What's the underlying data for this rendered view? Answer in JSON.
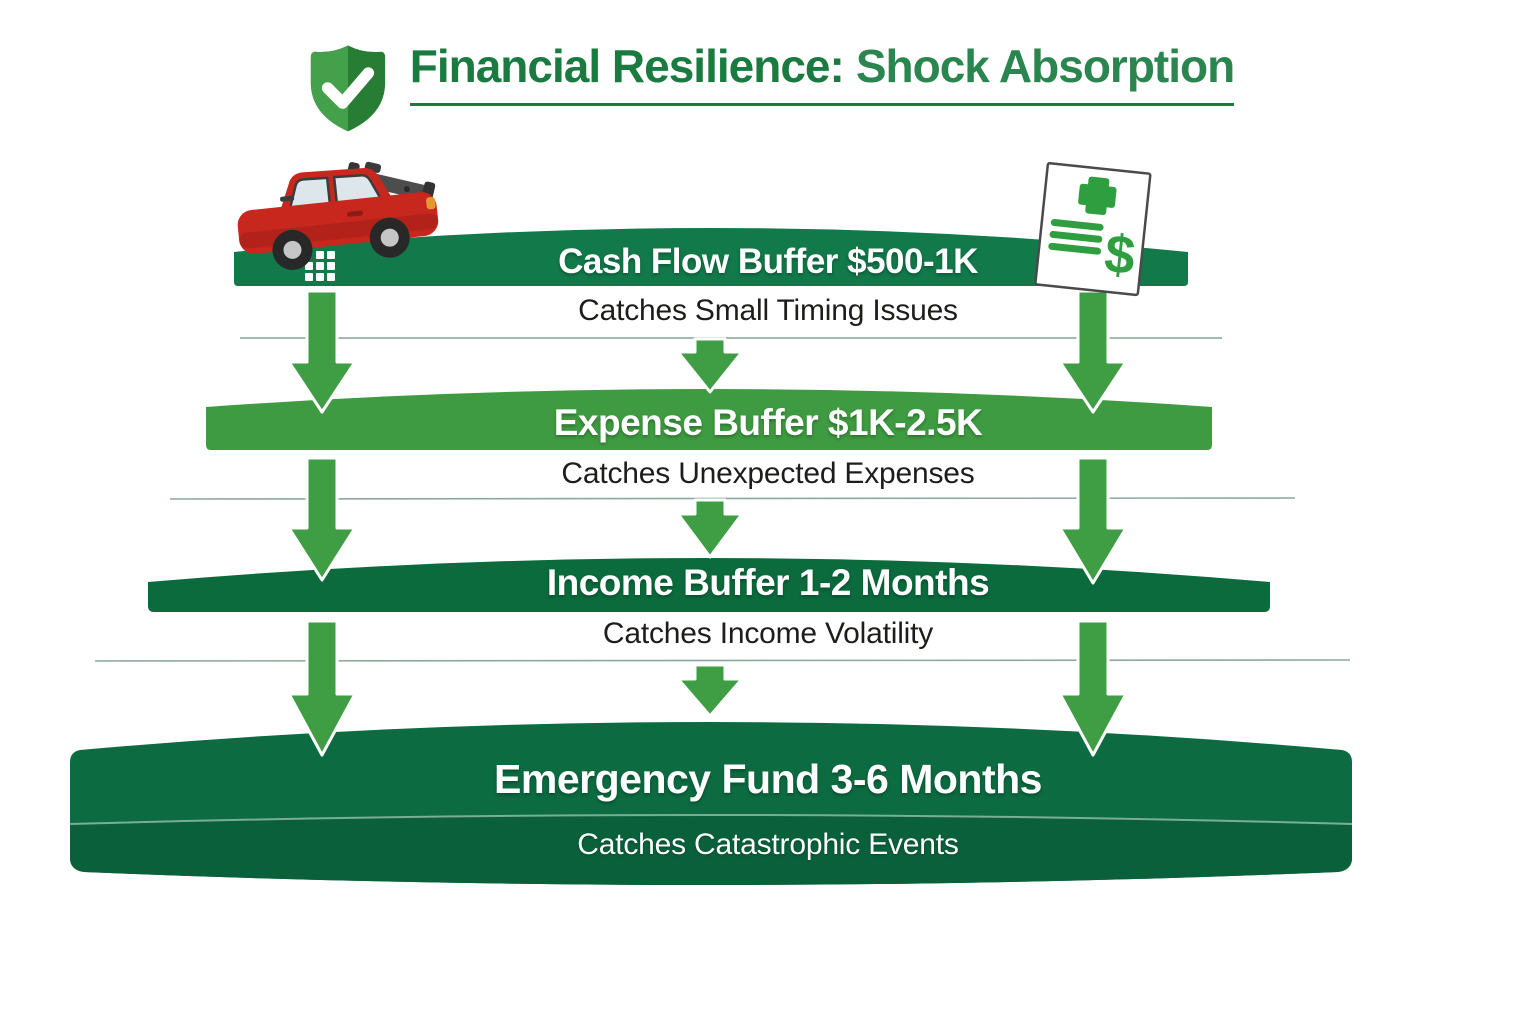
{
  "title": {
    "text_bold": "Financial Resilience:",
    "text_light": "Shock Absorption"
  },
  "icons": {
    "shield": "shield-check-icon",
    "car": "crashed-car-icon",
    "bill": "medical-bill-icon",
    "bill_dollar": "$"
  },
  "layers": [
    {
      "label": "Cash Flow Buffer $500-1K",
      "caption": "Catches Small Timing Issues"
    },
    {
      "label": "Expense Buffer $1K-2.5K",
      "caption": "Catches Unexpected Expenses"
    },
    {
      "label": "Income Buffer 1-2 Months",
      "caption": "Catches Income Volatility"
    },
    {
      "label": "Emergency Fund 3-6 Months",
      "caption": "Catches Catastrophic Events"
    }
  ],
  "colors": {
    "title_green": "#1a7b41",
    "bar1": "#12794a",
    "bar2": "#3f9b41",
    "bar3": "#0b6b3d",
    "bar4_top": "#0c6b41",
    "bar4_bottom": "#09603a",
    "arrow": "#3f9e44",
    "caption_text": "#1e1d1b",
    "car_red": "#c8271e",
    "paper_white": "#ffffff"
  }
}
